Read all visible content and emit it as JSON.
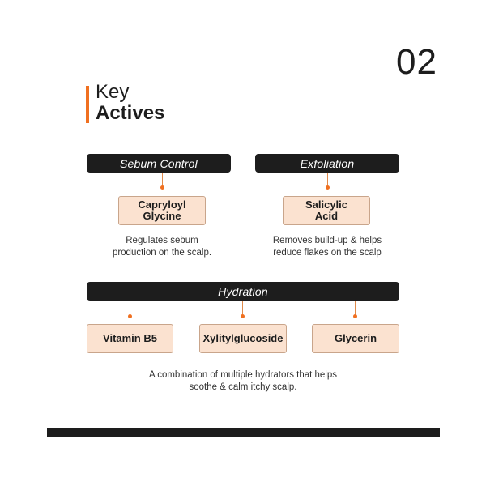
{
  "page_number": "02",
  "title": {
    "line1": "Key",
    "line2": "Actives"
  },
  "categories": {
    "sebum": {
      "label": "Sebum Control",
      "active": "Capryloyl\nGlycine",
      "description": "Regulates sebum\nproduction on the scalp."
    },
    "exfoliation": {
      "label": "Exfoliation",
      "active": "Salicylic\nAcid",
      "description": "Removes build-up & helps\nreduce flakes on the scalp"
    },
    "hydration": {
      "label": "Hydration",
      "actives": [
        "Vitamin B5",
        "Xylitylglucoside",
        "Glycerin"
      ],
      "description": "A combination of multiple hydrators that helps\nsoothe & calm itchy scalp."
    }
  },
  "colors": {
    "accent": "#f07020",
    "dark": "#1d1d1d",
    "box_fill": "#fbe2d0"
  }
}
